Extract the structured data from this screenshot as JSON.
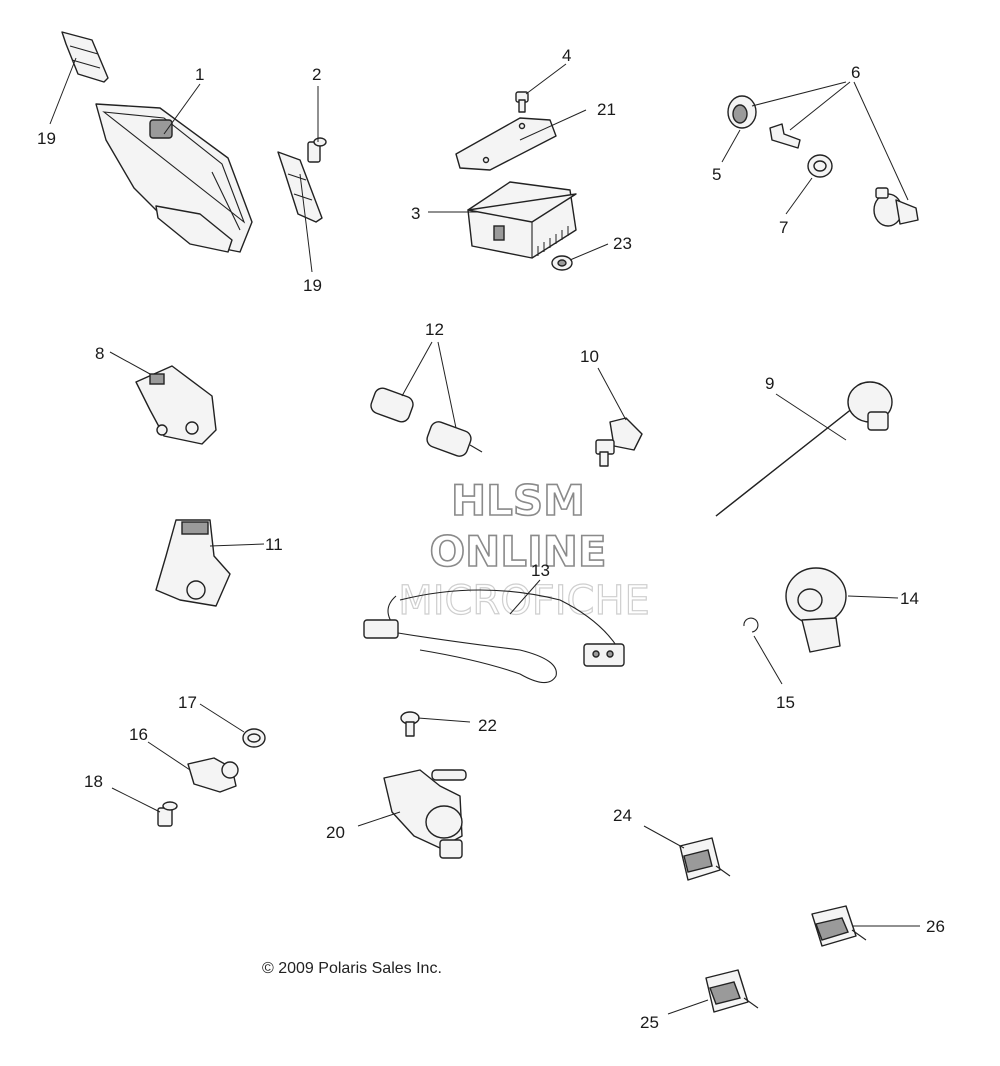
{
  "callouts": {
    "c1": "1",
    "c2": "2",
    "c3": "3",
    "c4": "4",
    "c5": "5",
    "c6": "6",
    "c7": "7",
    "c8": "8",
    "c9": "9",
    "c10": "10",
    "c11": "11",
    "c12": "12",
    "c13": "13",
    "c14": "14",
    "c15": "15",
    "c16": "16",
    "c17": "17",
    "c18": "18",
    "c19a": "19",
    "c19b": "19",
    "c20": "20",
    "c21": "21",
    "c22": "22",
    "c23": "23",
    "c24": "24",
    "c25": "25",
    "c26": "26"
  },
  "watermark": {
    "line1": "HLSM",
    "line2": "ONLINE",
    "line3": "MICROFICHE"
  },
  "copyright": "© 2009 Polaris Sales Inc."
}
